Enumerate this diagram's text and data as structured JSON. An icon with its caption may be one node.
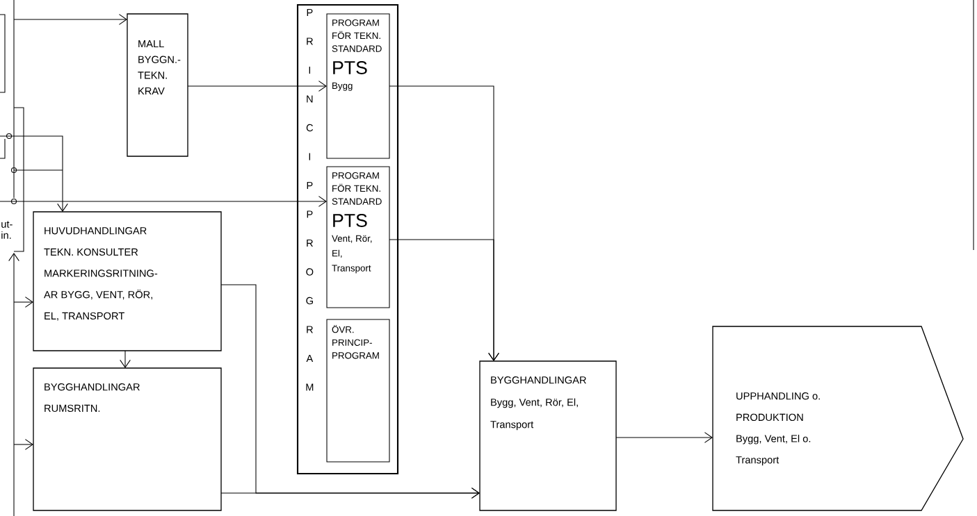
{
  "diagram": {
    "nodes": [
      {
        "text": [
          "MALL BYGGN.- TEKN. KRAV"
        ]
      },
      {
        "text": [
          "PRINCIPPROGRAM"
        ]
      },
      {
        "text": [
          "PROGRAM FÖR TEKN. STANDARD",
          "PTS",
          "Bygg"
        ],
        "in": 1
      },
      {
        "text": [
          "PROGRAM FÖR TEKN. STANDARD",
          "PTS",
          "Vent, Rör, El, Transport"
        ],
        "in": 1
      },
      {
        "text": [
          "ÖVR. PRINCIP- PROGRAM"
        ],
        "in": 1
      },
      {
        "text": [
          "HUVUDHANDLINGAR TEKN. KONSULTER MARKERINGSRITNING-AR BYGG, VENT, RÖR, EL, TRANSPORT"
        ]
      },
      {
        "text": [
          "BYGGHANDLINGAR RUMSRITN."
        ]
      },
      {
        "text": [
          "BYGGHANDLINGAR",
          "Bygg, Vent, Rör, El, Transport"
        ]
      },
      {
        "text": [
          "UPPHANDLING o. PRODUKTION",
          "Bygg, Vent, El o. Transport"
        ]
      }
    ],
    "edges": [
      {
        "from": null,
        "to": 0,
        "arrow": "to"
      },
      {
        "from": 0,
        "to": 2,
        "arrow": "to"
      },
      {
        "from": null,
        "to": 3,
        "arrow": "to"
      },
      {
        "from": null,
        "to": 5,
        "arrow": "to"
      },
      {
        "from": null,
        "to": 5,
        "arrow": "to"
      },
      {
        "from": null,
        "to": 6,
        "arrow": "to"
      },
      {
        "from": 5,
        "to": 6,
        "arrow": "to"
      },
      {
        "from": 5,
        "to": 7,
        "arrow": "to"
      },
      {
        "from": 6,
        "to": 7,
        "arrow": "to"
      },
      {
        "from": 2,
        "to": 7,
        "arrow": "to"
      },
      {
        "from": 3,
        "to": 7,
        "arrow": "to"
      },
      {
        "from": 7,
        "to": 8,
        "arrow": "to"
      }
    ],
    "labels": [
      "ut- in."
    ]
  }
}
